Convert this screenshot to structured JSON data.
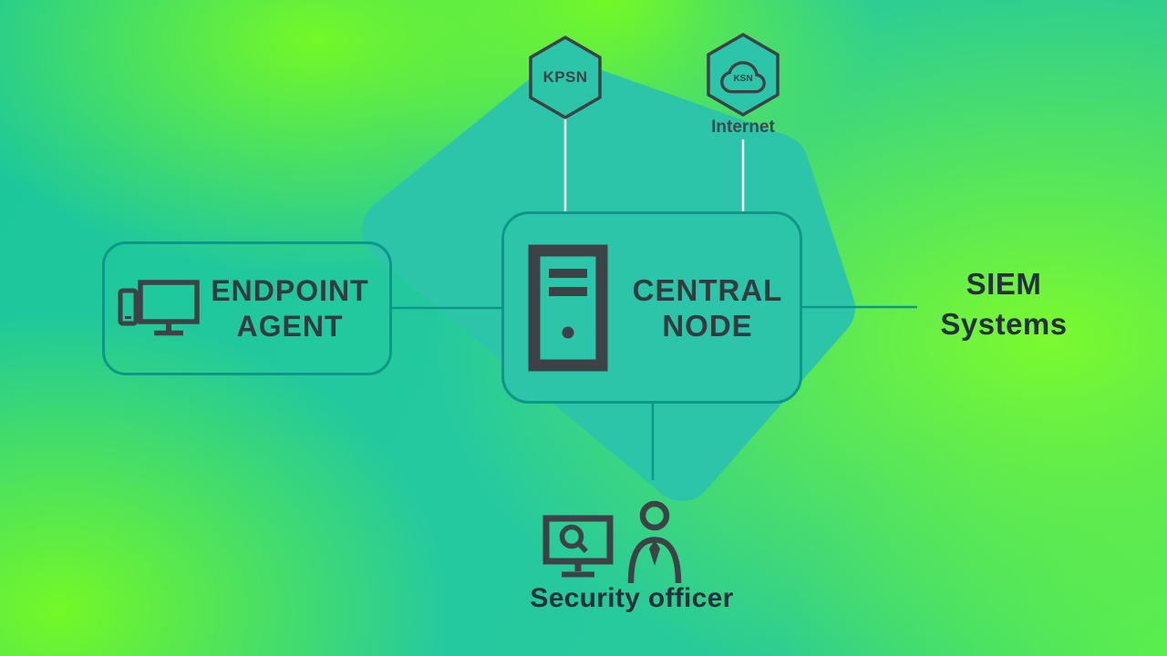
{
  "palette": {
    "background_teal": "#22c89d",
    "background_lime": "#74f827",
    "blob_teal": "#2cc5a9",
    "outline_teal": "#0e9688",
    "icon_dark": "#3c4245",
    "heading_text": "#323b40",
    "dark_text": "#25313a",
    "connector_white": "#ffffff"
  },
  "diagram": {
    "kpsn": {
      "label": "KPSN"
    },
    "internet": {
      "cloud_text": "KSN",
      "label": "Internet"
    },
    "central_node": {
      "line1": "CENTRAL",
      "line2": "NODE"
    },
    "endpoint_agent": {
      "line1": "ENDPOINT",
      "line2": "AGENT"
    },
    "siem": {
      "line1": "SIEM",
      "line2": "Systems"
    },
    "security_officer": {
      "label": "Security officer"
    },
    "connections": [
      {
        "from": "KPSN",
        "to": "CENTRAL NODE"
      },
      {
        "from": "Internet",
        "to": "CENTRAL NODE"
      },
      {
        "from": "ENDPOINT AGENT",
        "to": "CENTRAL NODE"
      },
      {
        "from": "CENTRAL NODE",
        "to": "SIEM Systems"
      },
      {
        "from": "CENTRAL NODE",
        "to": "Security officer"
      }
    ]
  }
}
